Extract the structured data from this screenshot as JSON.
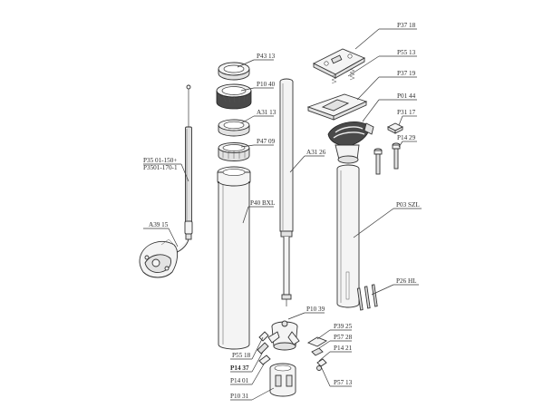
{
  "labels": {
    "p37_18": "P37 18",
    "p55_13": "P55 13",
    "p37_19": "P37 19",
    "p01_44": "P01 44",
    "p31_17": "P31 17",
    "p14_29": "P14 29",
    "p43_13": "P43 13",
    "p10_40": "P10 40",
    "a31_13": "A31 13",
    "p47_09": "P47 09",
    "a31_26": "A31 26",
    "p40_bxl": "P40 BXL",
    "p03_szl": "P03 SZL",
    "p35_a": "P35 01-150+",
    "p35_b": "P3501-170-1",
    "a39_15": "A39 15",
    "p26_hl": "P26 HL",
    "p10_39": "P10 39",
    "p39_25": "P39 25",
    "p57_28": "P57 28",
    "p14_21": "P14 21",
    "p55_18": "P55 18",
    "p14_37": "P14 37",
    "p14_01": "P14 01",
    "p57_13": "P57 13",
    "p10_31": "P10 31"
  }
}
